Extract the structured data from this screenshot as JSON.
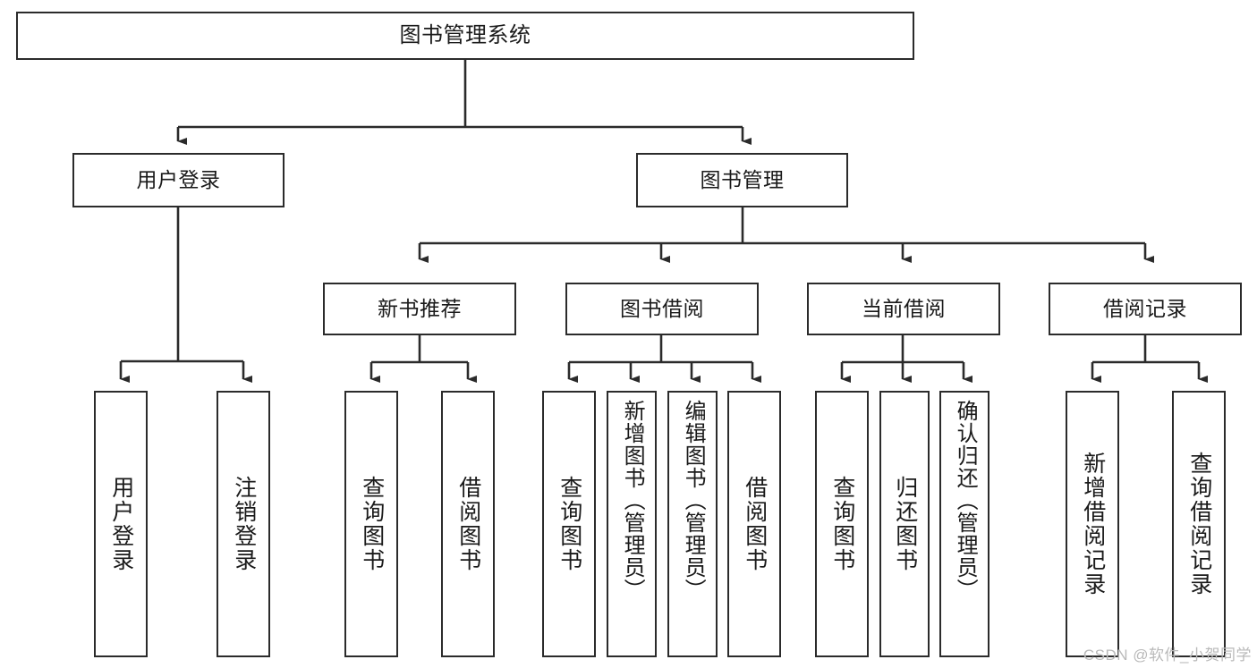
{
  "diagram": {
    "title": "图书管理系统",
    "watermark": "CSDN @软件_小贺同学",
    "colors": {
      "stroke": "#2b2b2b",
      "fill": "#ffffff",
      "text": "#1a1a1a",
      "watermark": "#b9b9b9"
    },
    "nodes": {
      "root": {
        "label": "图书管理系统"
      },
      "level1": [
        {
          "label": "用户登录"
        },
        {
          "label": "图书管理"
        }
      ],
      "level2": [
        {
          "label": "新书推荐"
        },
        {
          "label": "图书借阅"
        },
        {
          "label": "当前借阅"
        },
        {
          "label": "借阅记录"
        }
      ],
      "leaves_user_login": [
        {
          "label": "用户登录"
        },
        {
          "label": "注销登录"
        }
      ],
      "leaves_new_book": [
        {
          "label": "查询图书"
        },
        {
          "label": "借阅图书"
        }
      ],
      "leaves_borrow": [
        {
          "label": "查询图书"
        },
        {
          "label": "新增图书（管理员）"
        },
        {
          "label": "编辑图书（管理员）"
        },
        {
          "label": "借阅图书"
        }
      ],
      "leaves_current": [
        {
          "label": "查询图书"
        },
        {
          "label": "归还图书"
        },
        {
          "label": "确认归还（管理员）"
        }
      ],
      "leaves_records": [
        {
          "label": "新增借阅记录"
        },
        {
          "label": "查询借阅记录"
        }
      ]
    }
  }
}
